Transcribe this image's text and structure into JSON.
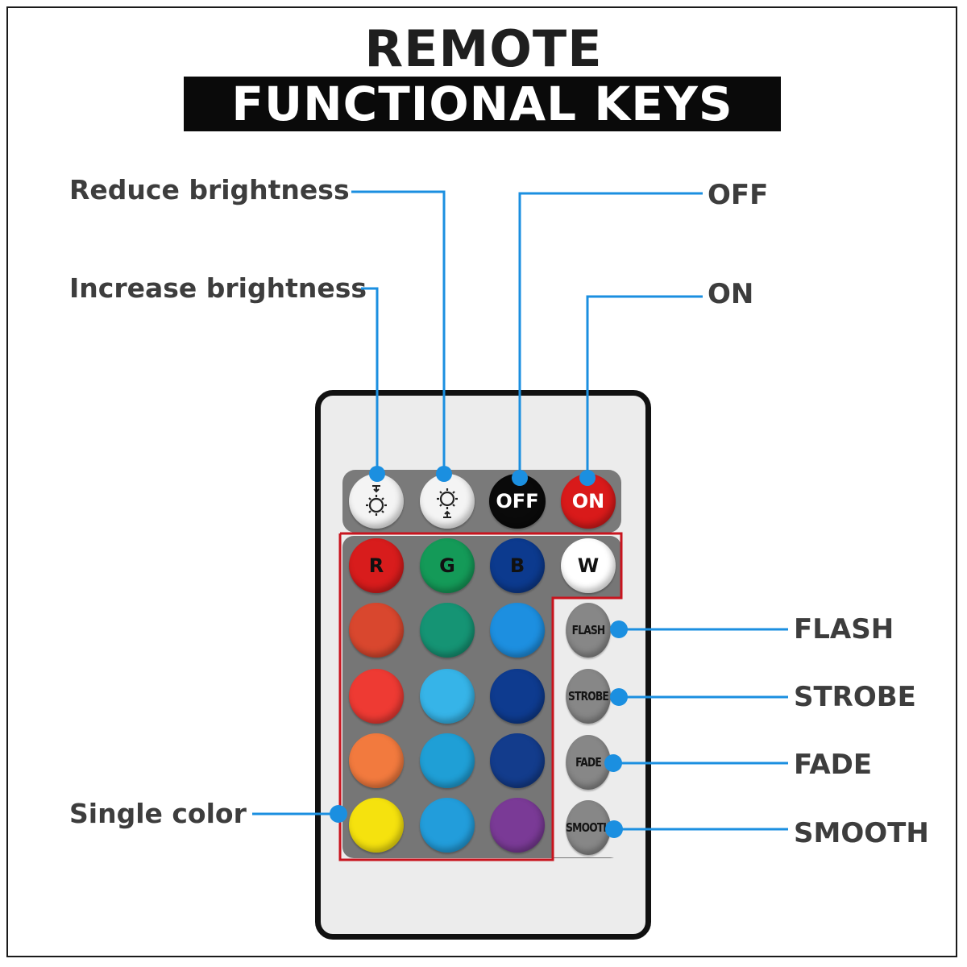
{
  "title": {
    "line1": "REMOTE",
    "line2": "FUNCTIONAL KEYS"
  },
  "labels": {
    "reduce_brightness": "Reduce brightness",
    "increase_brightness": "Increase brightness",
    "off": "OFF",
    "on": "ON",
    "flash": "FLASH",
    "strobe": "STROBE",
    "fade": "FADE",
    "smooth": "SMOOTH",
    "single_color": "Single color"
  },
  "remote": {
    "top_buttons": {
      "off_label": "OFF",
      "on_label": "ON",
      "icons": [
        "brightness-down-icon",
        "brightness-up-icon"
      ]
    },
    "color_keys": {
      "r": "R",
      "g": "G",
      "b": "B",
      "w": "W"
    },
    "mode_buttons": [
      "FLASH",
      "STROBE",
      "FADE",
      "SMOOTH"
    ]
  },
  "colors": {
    "callout_blue": "#1b8fe0",
    "highlight_red": "#c8141e",
    "red": "#d81c1c",
    "green": "#149a58",
    "blue": "#0c3a8e",
    "white": "#ffffff",
    "yellow": "#f5e20e",
    "purple": "#7a3a96"
  }
}
